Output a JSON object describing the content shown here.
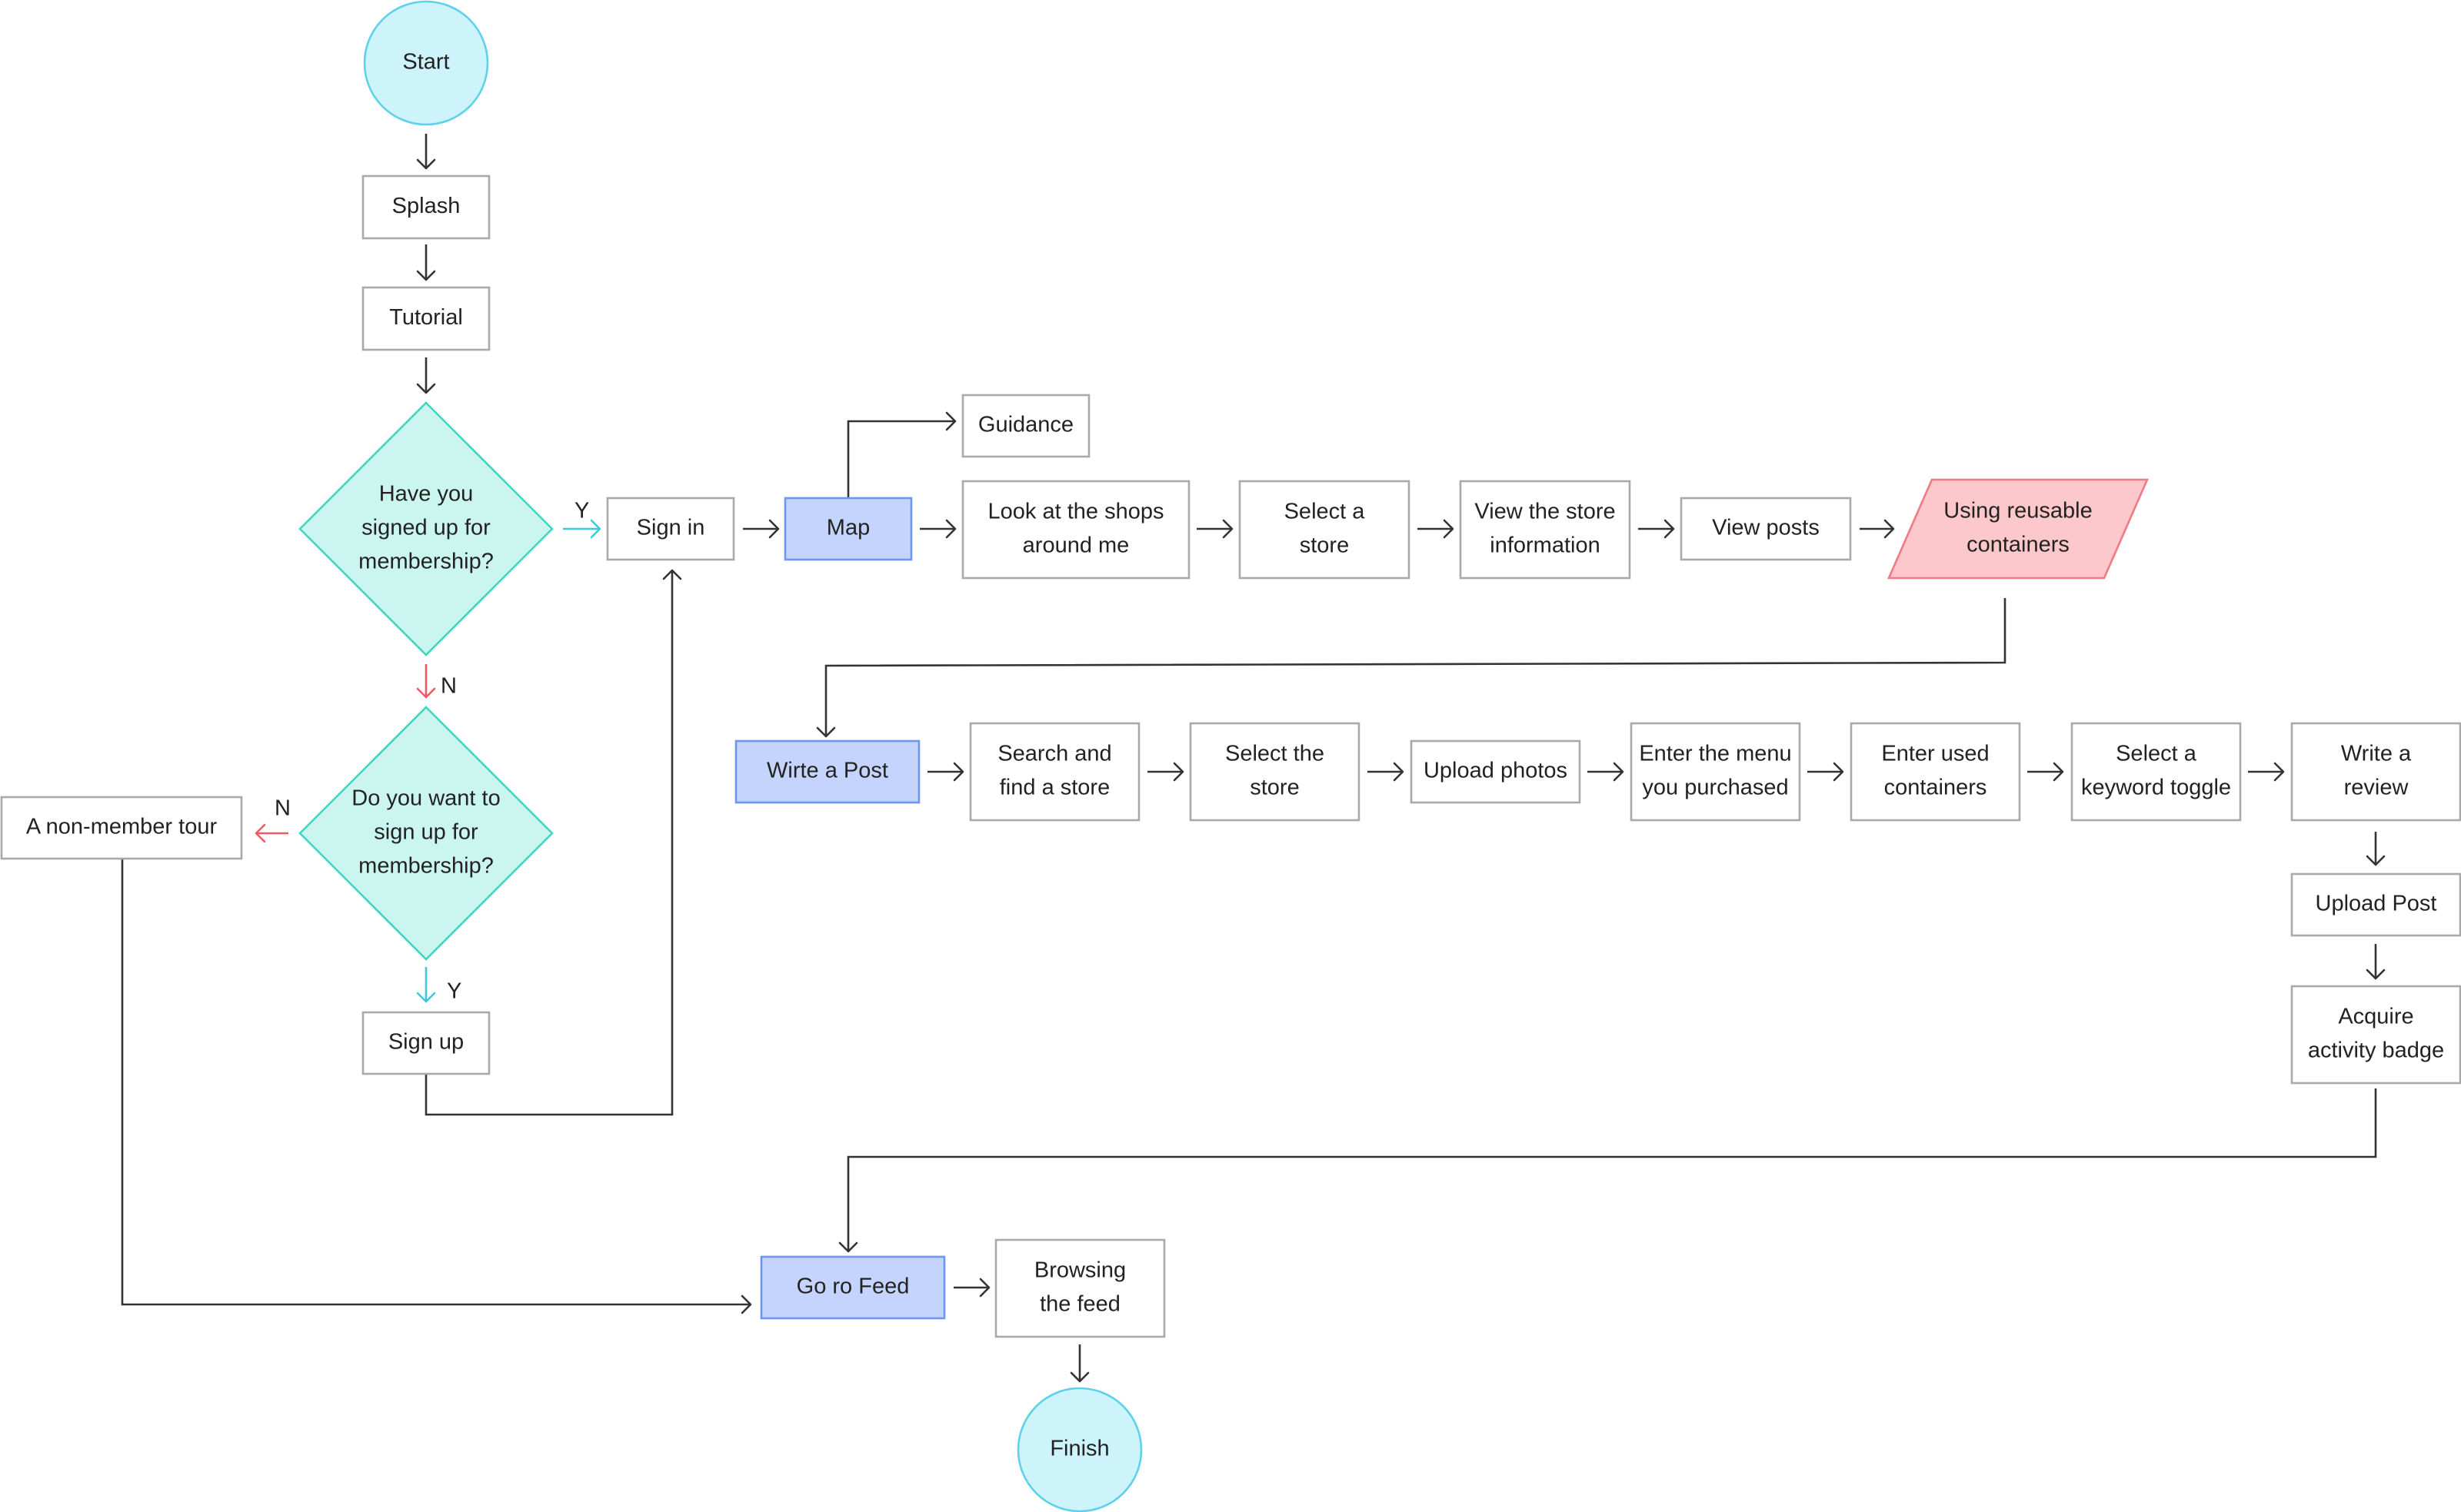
{
  "diagram": {
    "nodes": {
      "start": "Start",
      "splash": "Splash",
      "tutorial": "Tutorial",
      "have_signed_up": "Have you signed up for membership?",
      "want_sign_up": "Do you want to sign up for membership?",
      "non_member_tour": "A non-member tour",
      "sign_up": "Sign up",
      "sign_in": "Sign in",
      "map": "Map",
      "guidance": "Guidance",
      "look_shops": "Look at the shops around me",
      "select_a_store": "Select a store",
      "view_store_info": "View the store information",
      "view_posts": "View posts",
      "using_reusable": "Using reusable containers",
      "write_post": "Wirte a Post",
      "search_store": "Search and find a store",
      "select_the_store": "Select the store",
      "upload_photos": "Upload photos",
      "enter_menu": "Enter the menu you purchased",
      "enter_containers": "Enter used containers",
      "keyword_toggle": "Select a keyword toggle",
      "write_review": "Write a review",
      "upload_post": "Upload Post",
      "activity_badge": "Acquire activity badge",
      "go_feed": "Go ro Feed",
      "browse_feed": "Browsing the feed",
      "finish": "Finish"
    },
    "edge_labels": {
      "yes": "Y",
      "no": "N"
    },
    "colors": {
      "terminal_fill": "#cdf3fb",
      "terminal_stroke": "#5fd1ea",
      "decision_fill": "#cbf6ef",
      "decision_stroke": "#41d6c0",
      "highlight_fill": "#c5d4fc",
      "highlight_stroke": "#6d95f2",
      "special_fill": "#fcc8cb",
      "special_stroke": "#f07a84",
      "process_fill": "#ffffff",
      "process_stroke": "#a9a9a9",
      "edge_default": "#333333",
      "edge_yes": "#3ec9dc",
      "edge_no": "#ef5a6a"
    }
  }
}
